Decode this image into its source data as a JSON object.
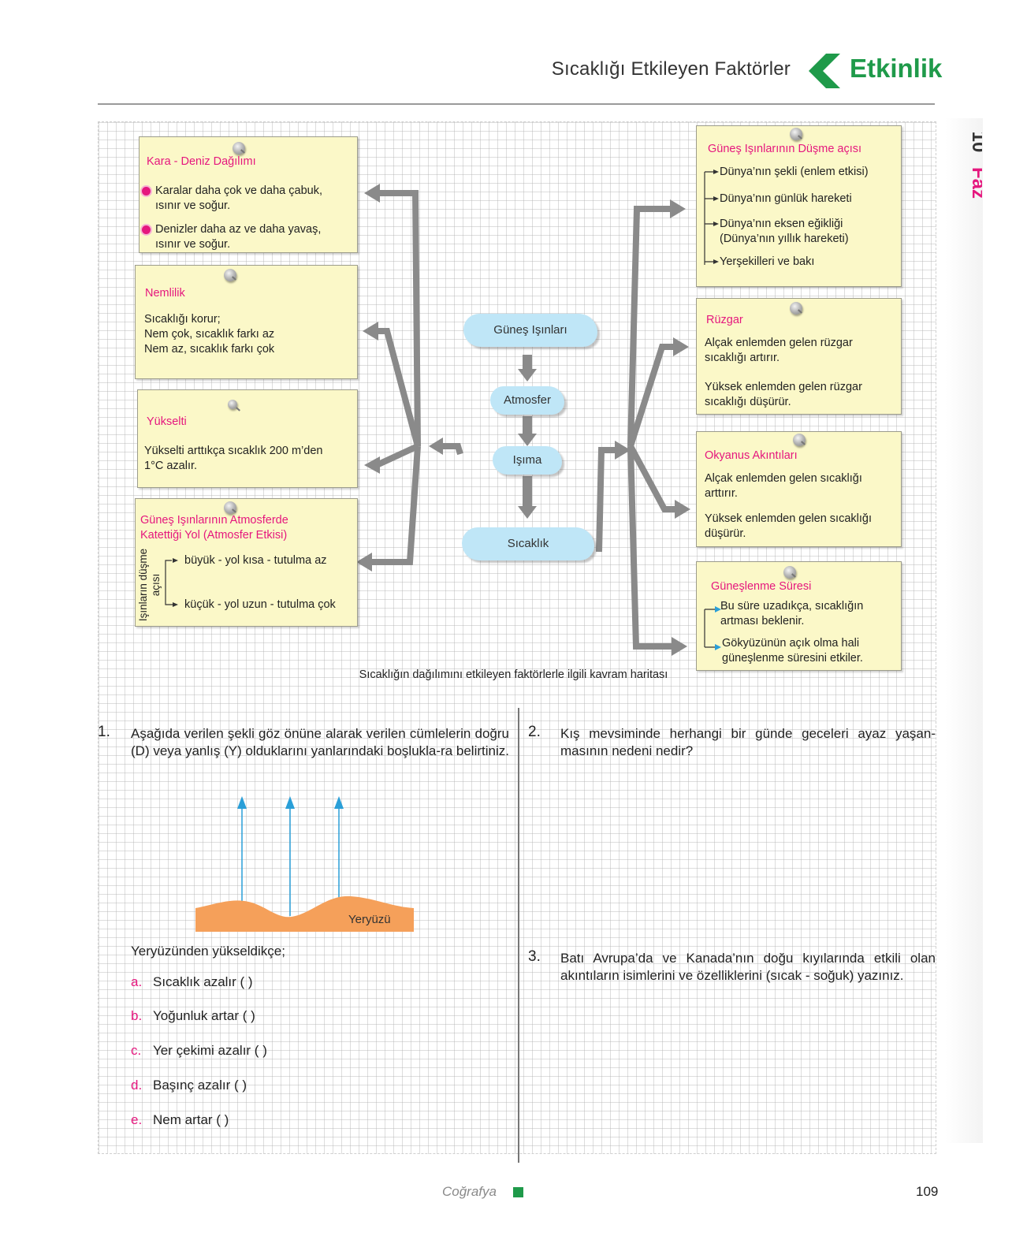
{
  "header": {
    "title": "Sıcaklığı Etkileyen Faktörler",
    "badge": "Etkinlik",
    "side_label": "Faz",
    "side_number": "10"
  },
  "colors": {
    "accent_green": "#1f9a4a",
    "accent_pink": "#e5177e",
    "note_bg": "#fbf8c8",
    "cloud_bg": "#bfe6f7",
    "earth": "#f5a05a",
    "ray_blue": "#2a9fd8"
  },
  "left_notes": [
    {
      "title": "Kara - Deniz Dağılımı",
      "items": [
        "Karalar daha çok ve daha çabuk,",
        "ısınır ve soğur.",
        "Denizler daha az ve daha yavaş,",
        "ısınır ve soğur."
      ]
    },
    {
      "title": "Nemlilik",
      "lines": [
        "Sıcaklığı korur;",
        "Nem çok, sıcaklık farkı az",
        "Nem az, sıcaklık farkı çok"
      ]
    },
    {
      "title": "Yükselti",
      "lines": [
        "Yükselti arttıkça sıcaklık 200 m’den",
        "1°C azalır."
      ]
    },
    {
      "title_lines": [
        "Güneş Işınlarının Atmosferde",
        "Katettiği Yol (Atmosfer Etkisi)"
      ],
      "side_lines": [
        "Işınların düşme",
        "açısı"
      ],
      "lines": [
        "büyük - yol kısa - tutulma az",
        "küçük - yol uzun - tutulma çok"
      ]
    }
  ],
  "center_flow": [
    "Güneş Işınları",
    "Atmosfer",
    "Işıma",
    "Sıcaklık"
  ],
  "right_notes": [
    {
      "title": "Güneş Işınlarının Düşme açısı",
      "lines": [
        "Dünya’nın şekli (enlem etkisi)",
        "Dünya’nın günlük hareketi",
        "Dünya’nın eksen eğikliği",
        "(Dünya’nın yıllık hareketi)",
        "Yerşekilleri ve bakı"
      ]
    },
    {
      "title": "Rüzgar",
      "lines": [
        "Alçak enlemden gelen rüzgar",
        "sıcaklığı artırır.",
        "Yüksek enlemden gelen rüzgar",
        "sıcaklığı  düşürür."
      ]
    },
    {
      "title": "Okyanus Akıntıları",
      "lines": [
        "Alçak enlemden gelen sıcaklığı",
        "arttırır.",
        "Yüksek enlemden gelen sıcaklığı",
        "düşürür."
      ]
    },
    {
      "title": "Güneşlenme Süresi",
      "lines": [
        "Bu süre uzadıkça, sıcaklığın",
        "artması beklenir.",
        "Gökyüzünün açık olma hali",
        "güneşlenme süresini etkiler."
      ]
    }
  ],
  "caption": "Sıcaklığın dağılımını etkileyen faktörlerle ilgili kavram haritası",
  "q1": {
    "number": "1.",
    "text": "Aşağıda verilen şekli göz önüne alarak verilen cümlelerin doğru (D) veya yanlış (Y) olduklarını yanlarındaki boşlukla-ra belirtiniz.",
    "figure_label": "Yeryüzü",
    "lead": "Yeryüzünden yükseldikçe;",
    "options": [
      {
        "letter": "a.",
        "text": "Sıcaklık azalır (  )"
      },
      {
        "letter": "b.",
        "text": "Yoğunluk artar (  )"
      },
      {
        "letter": "c.",
        "text": "Yer çekimi azalır (  )"
      },
      {
        "letter": "d.",
        "text": "Başınç azalır (  )"
      },
      {
        "letter": "e.",
        "text": "Nem artar (  )"
      }
    ]
  },
  "q2": {
    "number": "2.",
    "text": "Kış mevsiminde herhangi bir günde geceleri ayaz yaşan-masının nedeni nedir?"
  },
  "q3": {
    "number": "3.",
    "text": "Batı Avrupa’da ve Kanada’nın doğu kıyılarında etkili olan akıntıların isimlerini ve özelliklerini (sıcak - soğuk) yazınız."
  },
  "footer": {
    "subject": "Coğrafya",
    "page": "109"
  }
}
